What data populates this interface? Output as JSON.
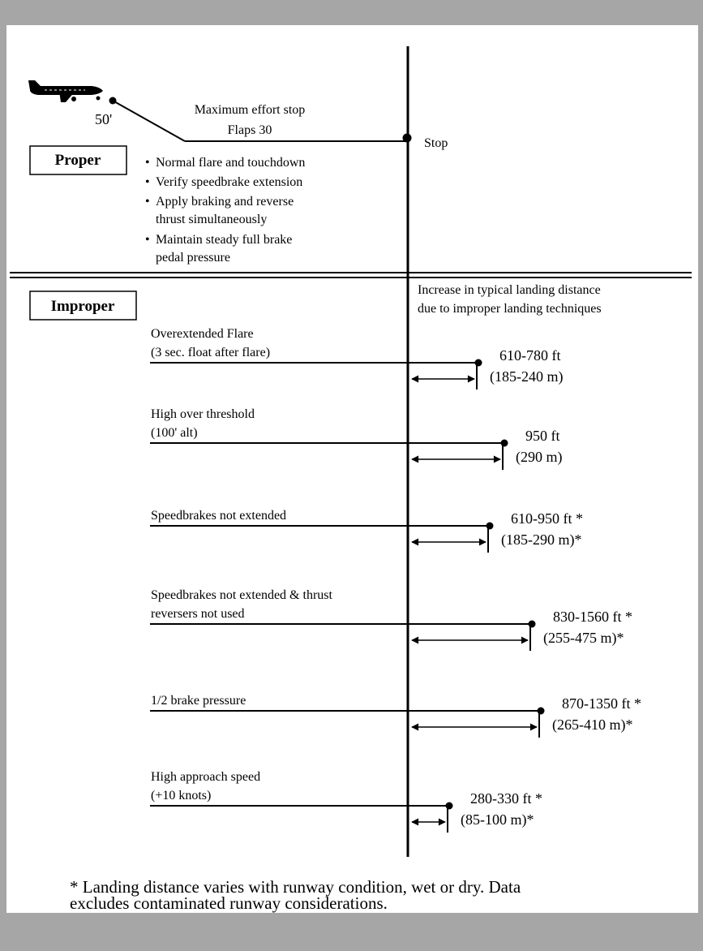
{
  "proper": {
    "label": "Proper",
    "altitude_label": "50'",
    "title_line1": "Maximum effort stop",
    "title_line2": "Flaps 30",
    "stop_label": "Stop",
    "bullets": [
      [
        "Normal flare and touchdown"
      ],
      [
        "Verify speedbrake extension"
      ],
      [
        "Apply braking and reverse",
        "thrust simultaneously"
      ],
      [
        "Maintain steady full brake",
        "pedal pressure"
      ]
    ]
  },
  "improper": {
    "label": "Improper",
    "header_line1": "Increase in typical landing distance",
    "header_line2": "due to improper landing techniques",
    "cases": [
      {
        "label_lines": [
          "Overextended Flare",
          "(3 sec. float after flare)"
        ],
        "feet": "610-780 ft",
        "meters": "(185-240 m)"
      },
      {
        "label_lines": [
          "High over threshold",
          "(100' alt)"
        ],
        "feet": "950 ft",
        "meters": "(290 m)"
      },
      {
        "label_lines": [
          "Speedbrakes not extended"
        ],
        "feet": "610-950 ft *",
        "meters": "(185-290 m)*"
      },
      {
        "label_lines": [
          "Speedbrakes not extended & thrust",
          "reversers not used"
        ],
        "feet": "830-1560 ft *",
        "meters": "(255-475 m)*"
      },
      {
        "label_lines": [
          "1/2 brake pressure"
        ],
        "feet": "870-1350 ft *",
        "meters": "(265-410 m)*"
      },
      {
        "label_lines": [
          "High approach speed",
          "(+10 knots)"
        ],
        "feet": "280-330 ft *",
        "meters": "(85-100 m)*"
      }
    ]
  },
  "footnote": {
    "line1": "* Landing distance varies with runway condition, wet or dry. Data",
    "line2": "excludes contaminated runway considerations."
  }
}
